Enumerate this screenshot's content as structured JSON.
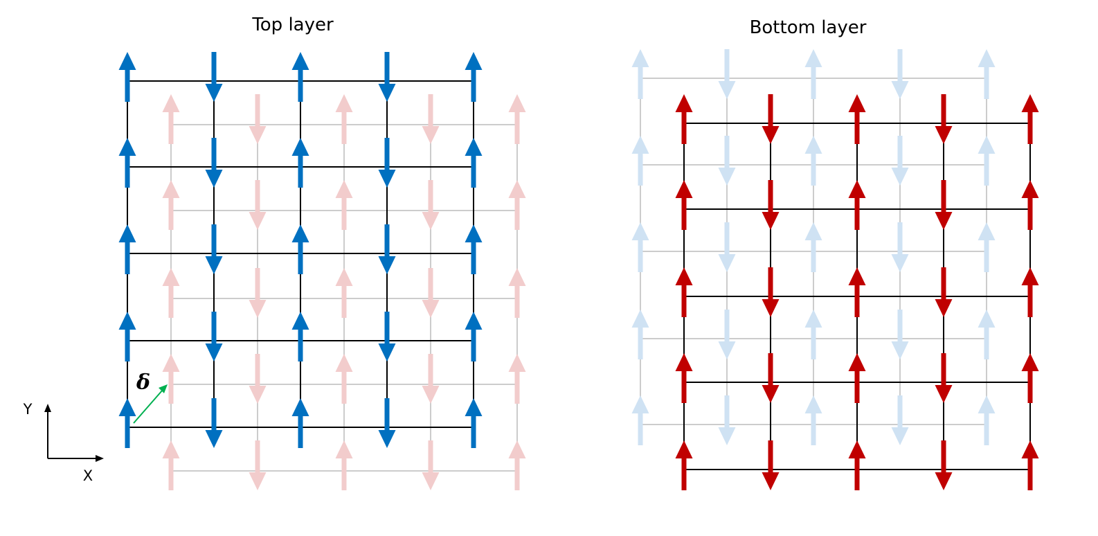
{
  "panels": [
    {
      "title": "Top layer",
      "front_color": "#0070c0",
      "back_color": "#f2cccc",
      "front_rows": 5,
      "back_rows": 5,
      "front_pattern": [
        "up",
        "down",
        "up",
        "down",
        "up"
      ],
      "back_pattern": [
        "up",
        "down",
        "up",
        "down",
        "up"
      ],
      "front_layer": "top",
      "back_layer": "bottom"
    },
    {
      "title": "Bottom layer",
      "front_color": "#c00000",
      "back_color": "#cfe2f3",
      "front_rows": 5,
      "back_rows": 5,
      "front_pattern": [
        "up",
        "down",
        "up",
        "down",
        "up"
      ],
      "back_pattern": [
        "up",
        "down",
        "up",
        "down",
        "up"
      ],
      "front_layer": "bottom",
      "back_layer": "top"
    }
  ],
  "axes": {
    "y_label": "Y",
    "x_label": "X"
  },
  "shift_vector": {
    "label": "δ",
    "color": "#00b050"
  },
  "grid_line_color_front": "#000000",
  "grid_line_color_back": "#cccccc"
}
